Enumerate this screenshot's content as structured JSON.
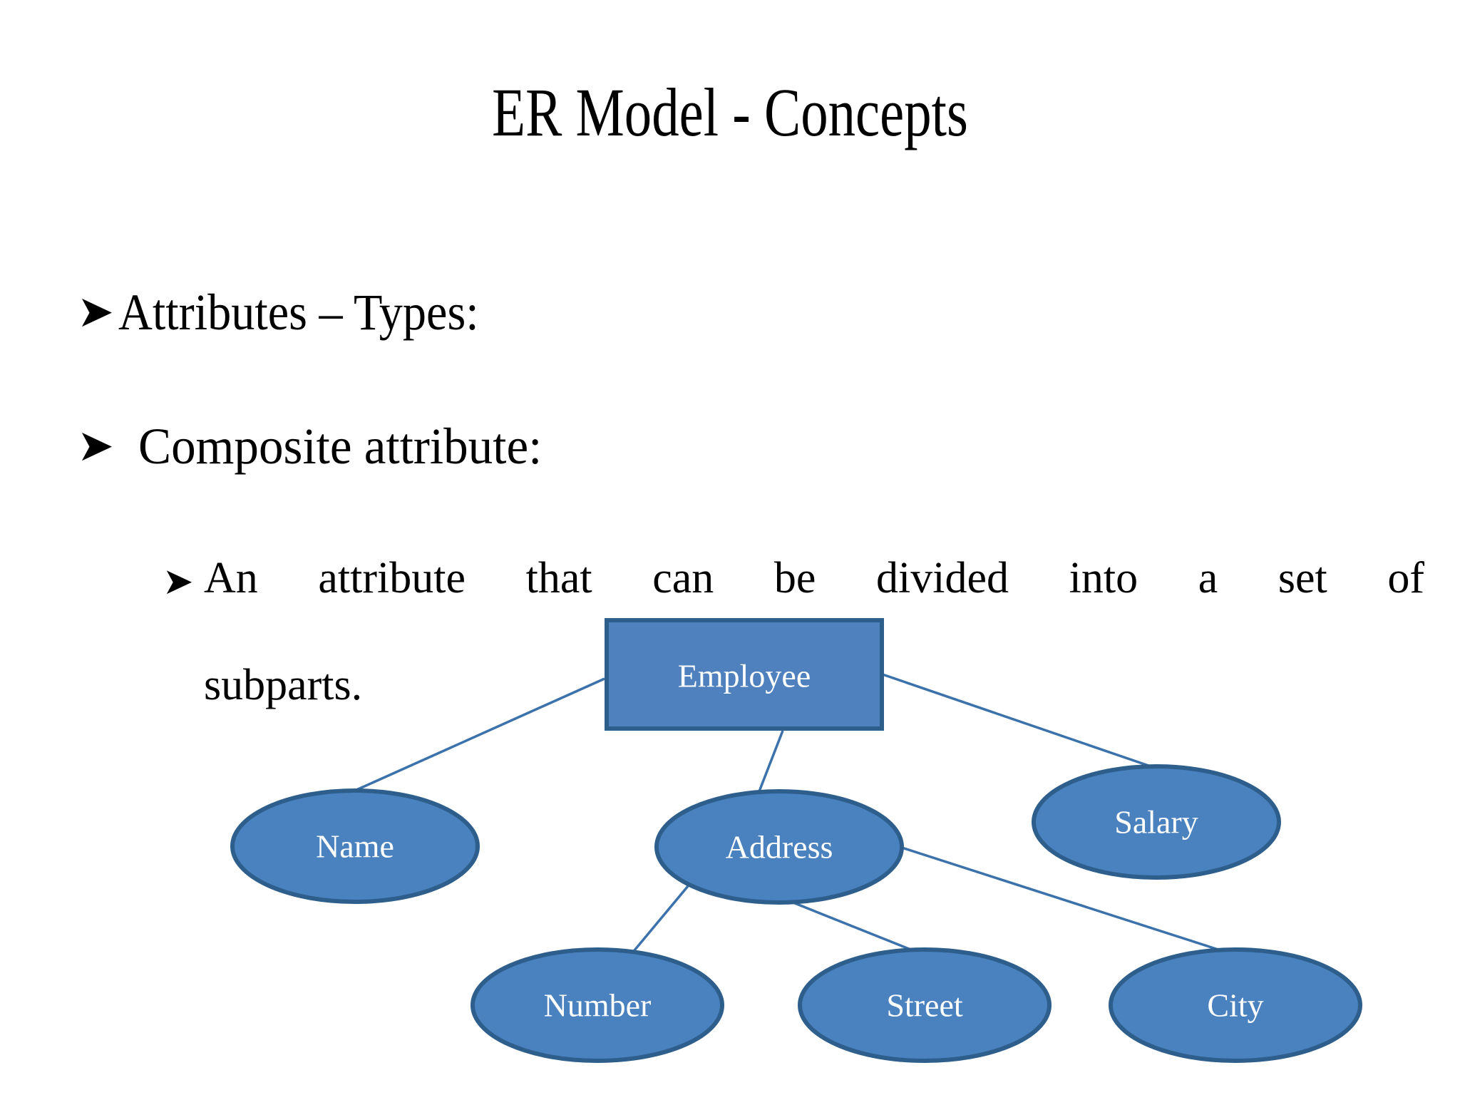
{
  "slide": {
    "title": "ER Model - Concepts",
    "background_color": "#FFFFFF",
    "text_color": "#000000"
  },
  "bullets": [
    {
      "level": 1,
      "marker": "arrow-bullet-icon",
      "marker_glyph": "➤",
      "text": "Attributes – Types:"
    },
    {
      "level": 1,
      "marker": "arrow-bullet-icon",
      "marker_glyph": "➤",
      "text": "Composite attribute:"
    },
    {
      "level": 2,
      "marker": "arrow-bullet-icon",
      "marker_glyph": "➤",
      "text": "An attribute that can be divided into a set of subparts.",
      "line_1": "An attribute that can be divided into a set of",
      "line_2": "subparts."
    }
  ],
  "diagram": {
    "name": "composite-attribute-er-diagram",
    "colors": {
      "entity_fill": "#4E81BD",
      "entity_border": "#2D5E8C",
      "attribute_fill": "#4A81BF",
      "attribute_border": "#2D5E8C",
      "connector": "#3C72AB",
      "label_text": "#FFFFFF"
    },
    "entity": {
      "label": "Employee",
      "shape": "rectangle"
    },
    "attributes": [
      {
        "label": "Name",
        "shape": "ellipse",
        "parent": "Employee"
      },
      {
        "label": "Address",
        "shape": "ellipse",
        "parent": "Employee"
      },
      {
        "label": "Salary",
        "shape": "ellipse",
        "parent": "Employee"
      },
      {
        "label": "Number",
        "shape": "ellipse",
        "parent": "Address"
      },
      {
        "label": "Street",
        "shape": "ellipse",
        "parent": "Address"
      },
      {
        "label": "City",
        "shape": "ellipse",
        "parent": "Address"
      }
    ]
  }
}
